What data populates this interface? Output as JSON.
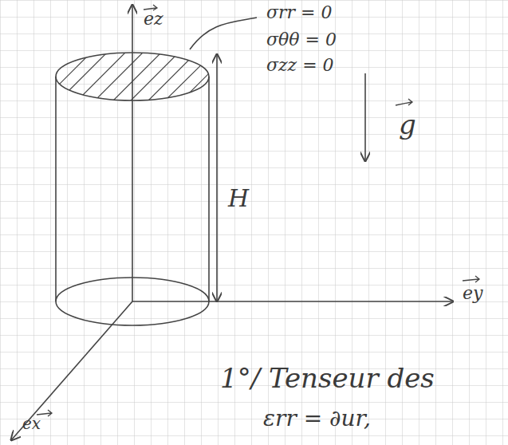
{
  "diagram": {
    "labels": [
      "ez",
      "σrr = 0",
      "σθθ = 0",
      "σzz = 0",
      "g",
      "H",
      "ey",
      "ex",
      "1°/ Tenseur des",
      "εrr = ∂ur,"
    ]
  }
}
